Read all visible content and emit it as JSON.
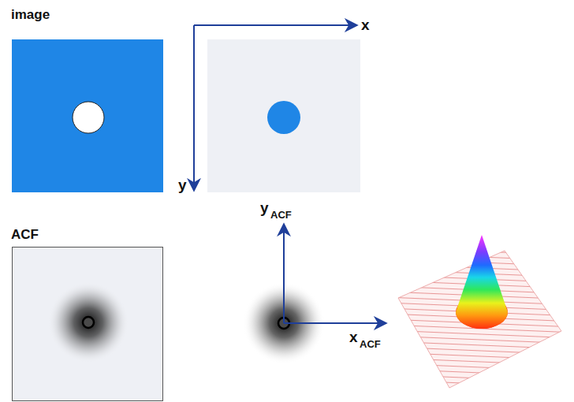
{
  "diagram": {
    "labels": [
      "image",
      "x",
      "y",
      "ACF",
      "y",
      "ACF",
      "x",
      "ACF"
    ]
  }
}
